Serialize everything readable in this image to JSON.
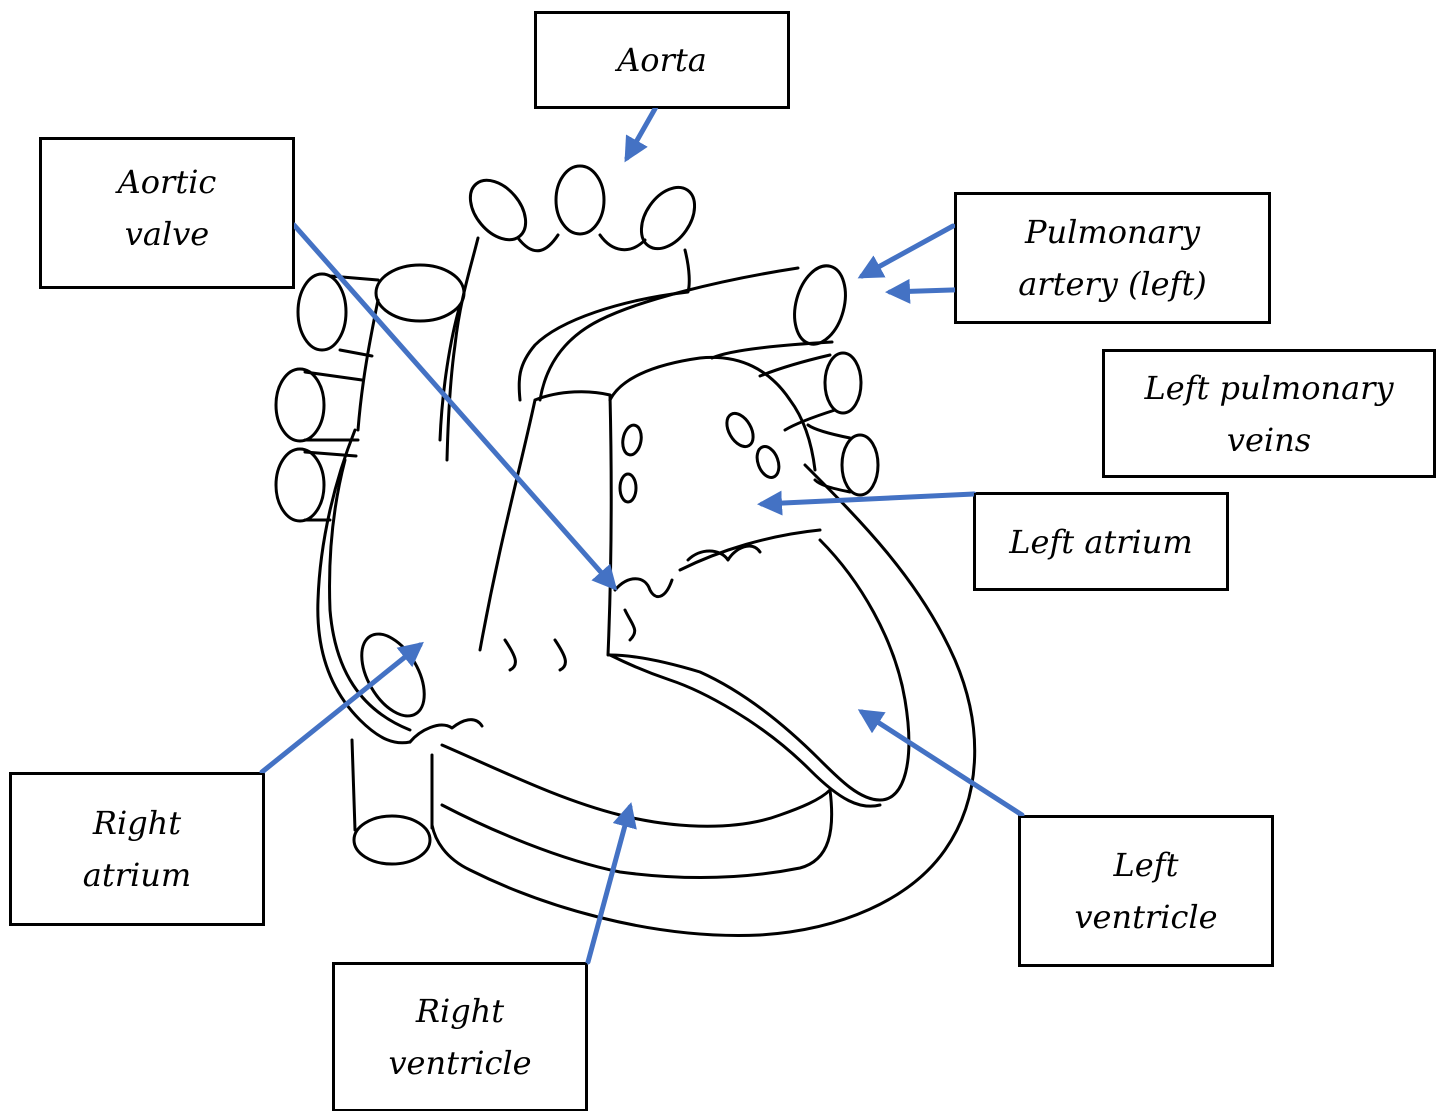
{
  "diagram": {
    "colors": {
      "outline": "#000000",
      "arrow": "#4472c4",
      "box_border": "#000000"
    },
    "labels": {
      "aorta": [
        "Aorta"
      ],
      "aortic_valve": [
        "Aortic",
        "valve"
      ],
      "pulmonary_artery_left": [
        "Pulmonary",
        "artery (left)"
      ],
      "left_pulmonary_veins": [
        "Left pulmonary",
        "veins"
      ],
      "left_atrium": [
        "Left atrium"
      ],
      "right_atrium": [
        "Right",
        "atrium"
      ],
      "left_ventricle": [
        "Left",
        "ventricle"
      ],
      "right_ventricle": [
        "Right",
        "ventricle"
      ]
    }
  }
}
